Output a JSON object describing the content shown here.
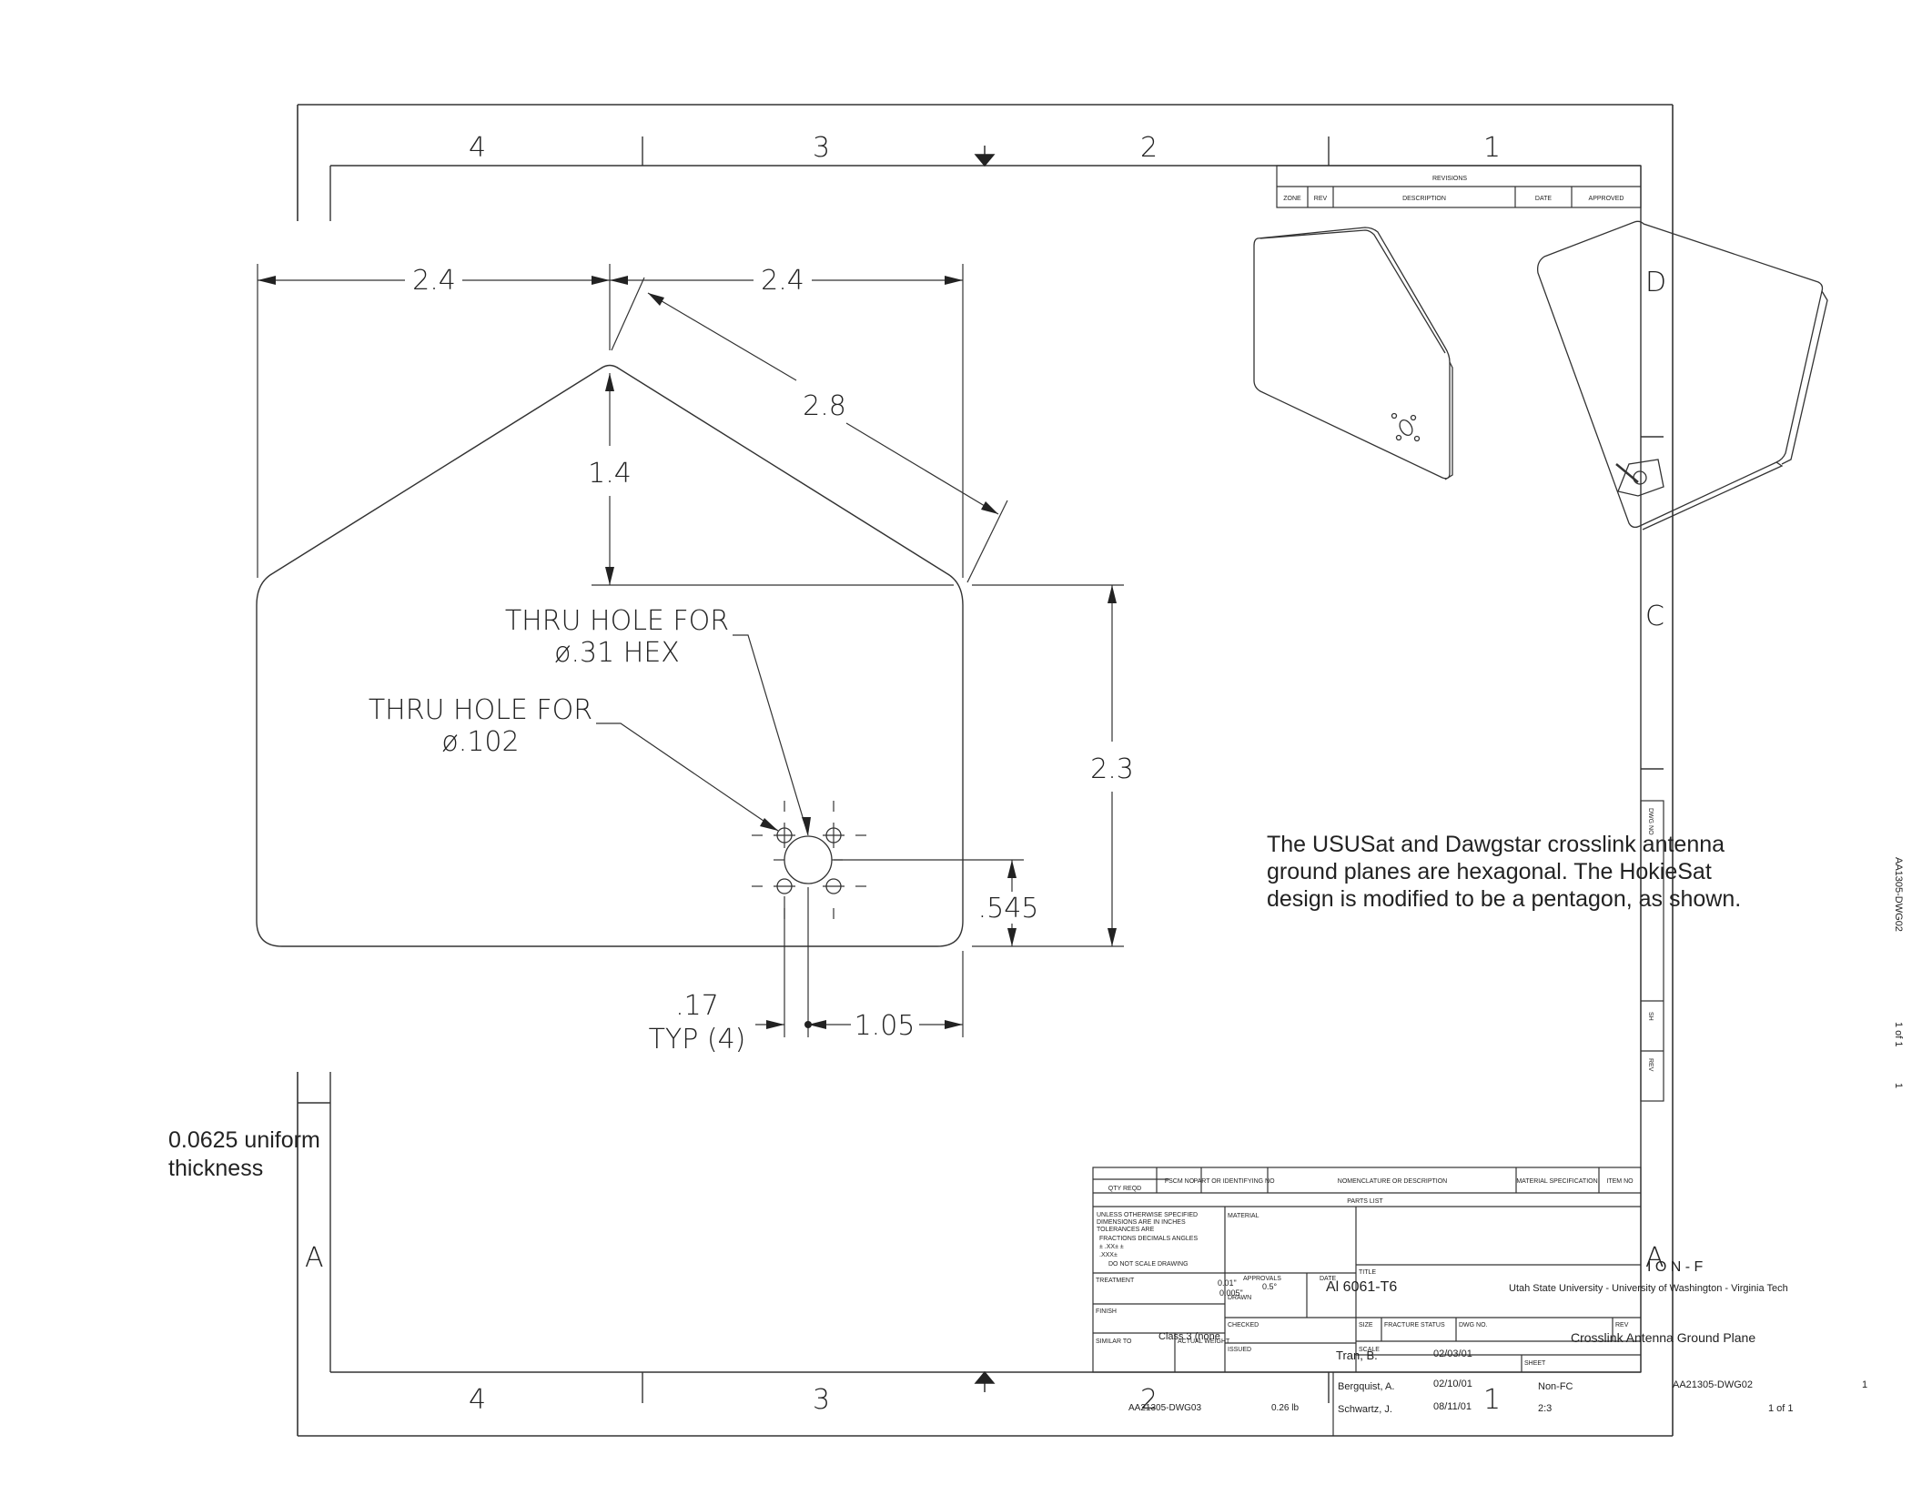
{
  "zones": {
    "columns": [
      "4",
      "3",
      "2",
      "1"
    ],
    "rows_right": [
      "D",
      "C",
      "A"
    ],
    "rows_left": [
      "A"
    ]
  },
  "revisions": {
    "title": "REVISIONS",
    "headers": [
      "ZONE",
      "REV",
      "DESCRIPTION",
      "DATE",
      "APPROVED"
    ]
  },
  "dimensions": {
    "top_left_width": "2.4",
    "top_right_width": "2.4",
    "slope_length": "2.8",
    "peak_height": "1.4",
    "body_height": "2.3",
    "hole_offset_vertical": ".545",
    "hole_offset_horizontal": "1.05",
    "small_hole_spacing": ".17",
    "small_hole_qty": "TYP (4)"
  },
  "callouts": {
    "hex_hole_line1": "THRU HOLE FOR",
    "hex_hole_line2": "ø.31 HEX",
    "small_hole_line1": "THRU HOLE FOR",
    "small_hole_line2": "ø.102"
  },
  "notes": {
    "description_lines": [
      "The USUSat and Dawgstar crosslink antenna",
      "ground planes are hexagonal.  The HokieSat",
      "design is modified to be a pentagon, as shown."
    ],
    "thickness_lines": [
      "0.0625 uniform",
      "thickness"
    ]
  },
  "vertical_margin": {
    "drawing_no": "AA1305-DWG02",
    "sheet": "1 of 1",
    "rev": "1"
  },
  "side_strip": {
    "dwg_no": "DWG NO",
    "sh": "SH",
    "rev": "REV"
  },
  "parts_list": {
    "headers": [
      "QTY REQD",
      "FSCM NO",
      "PART OR IDENTIFYING NO",
      "NOMENCLATURE OR DESCRIPTION",
      "MATERIAL SPECIFICATION",
      "ITEM NO"
    ],
    "caption": "PARTS LIST"
  },
  "title_block": {
    "tolerance_note": [
      "UNLESS OTHERWISE SPECIFIED",
      "DIMENSIONS ARE IN INCHES",
      "TOLERANCES ARE",
      "FRACTIONS  DECIMALS  ANGLES",
      "±         .XX±         ±",
      "           .XXX±",
      "DO NOT SCALE DRAWING"
    ],
    "tolerance_values": [
      "0.01\"",
      "0.005\"",
      "0.5°"
    ],
    "material_label": "MATERIAL",
    "material": "Al 6061-T6",
    "treatment_label": "TREATMENT",
    "finish_label": "FINISH",
    "similar_to_label": "SIMILAR TO",
    "actual_weight_label": "ACTUAL WEIGHT",
    "approvals_label": "APPROVALS",
    "date_label": "DATE",
    "drawn_label": "DRAWN",
    "checked_label": "CHECKED",
    "issued_label": "ISSUED",
    "title_label": "TITLE",
    "organization_code": "I O N - F",
    "organization": "Utah State University - University of Washington - Virginia Tech",
    "class": "Class 3 (none",
    "size_label": "SIZE",
    "fracture_label": "FRACTURE STATUS",
    "dwg_label": "DWG NO.",
    "rev_label": "REV",
    "scale_label": "SCALE",
    "sheet_label": "SHEET",
    "part_title": "Crosslink Antenna Ground Plane",
    "drawn_by": "Tran, B.",
    "drawn_date": "02/03/01",
    "checked_by": "Bergquist, A.",
    "checked_date": "02/10/01",
    "issued_by": "Schwartz, J.",
    "issued_date": "08/11/01",
    "fracture_status": "Non-FC",
    "drawing_number": "AA21305-DWG02",
    "revision": "1",
    "scale": "2:3",
    "sheet": "1 of 1",
    "similar_to": "AA21305-DWG03",
    "weight": "0.26 lb"
  }
}
